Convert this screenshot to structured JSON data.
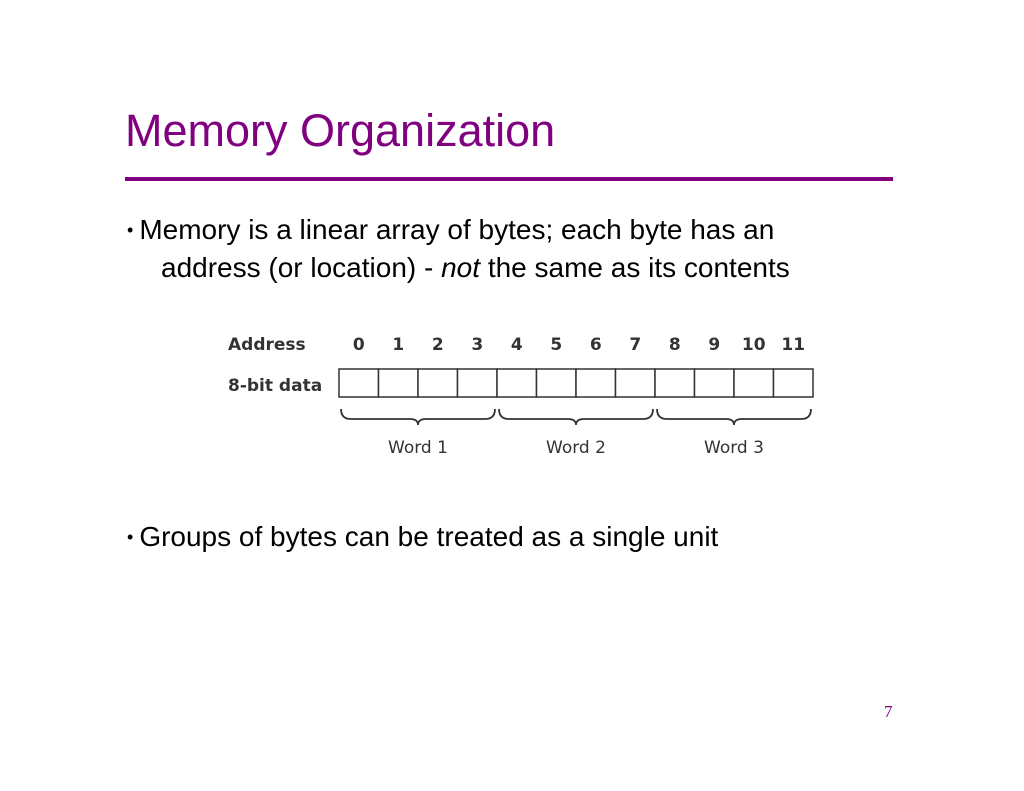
{
  "slide": {
    "title": "Memory Organization",
    "page_number": "7",
    "accent_color": "#800080"
  },
  "bullets": [
    {
      "line1": "Memory is a linear array of bytes; each byte has an",
      "line2_before": "address (or location) - ",
      "line2_emphasis": "not",
      "line2_after": " the same as its contents"
    },
    {
      "line1": "Groups of bytes can be treated as a single unit"
    }
  ],
  "diagram": {
    "address_label": "Address",
    "data_label": "8-bit data",
    "addresses": [
      "0",
      "1",
      "2",
      "3",
      "4",
      "5",
      "6",
      "7",
      "8",
      "9",
      "10",
      "11"
    ],
    "word_labels": [
      "Word 1",
      "Word 2",
      "Word 3"
    ]
  }
}
